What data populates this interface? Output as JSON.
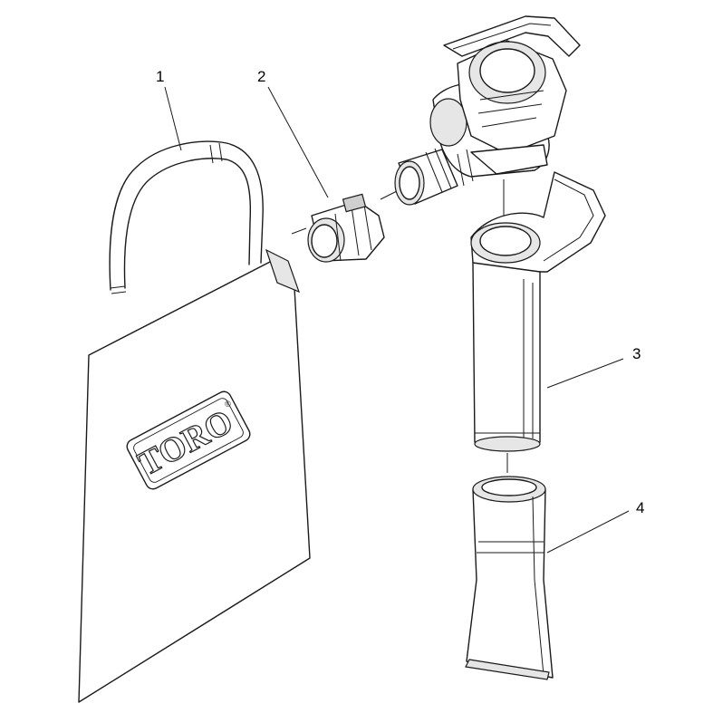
{
  "callouts": [
    {
      "id": "1",
      "label": "1"
    },
    {
      "id": "2",
      "label": "2"
    },
    {
      "id": "3",
      "label": "3"
    },
    {
      "id": "4",
      "label": "4"
    }
  ],
  "bag_logo": {
    "text": "TORO",
    "mark": "®"
  },
  "colors": {
    "ink": "#1a1a1a",
    "paper": "#ffffff",
    "shade": "#e6e6e6"
  }
}
